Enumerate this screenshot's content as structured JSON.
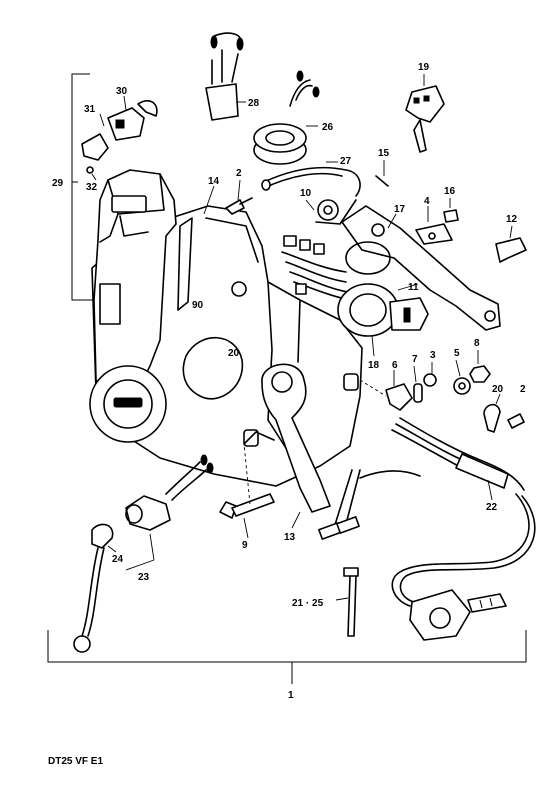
{
  "diagram": {
    "footer_code": "DT25 VF E1",
    "assembly_label": "1",
    "callouts": {
      "c2": "2",
      "c3": "3",
      "c4": "4",
      "c5": "5",
      "c6": "6",
      "c7": "7",
      "c8": "8",
      "c9": "9",
      "c10": "10",
      "c11": "11",
      "c12": "12",
      "c13": "13",
      "c14": "14",
      "c15": "15",
      "c16": "16",
      "c17": "17",
      "c18": "18",
      "c19": "19",
      "c20": "20",
      "c21_25": "21 · 25",
      "c22": "22",
      "c23": "23",
      "c24": "24",
      "c26": "26",
      "c27": "27",
      "c28": "28",
      "c29": "29",
      "c30": "30",
      "c31": "31",
      "c32": "32"
    }
  }
}
